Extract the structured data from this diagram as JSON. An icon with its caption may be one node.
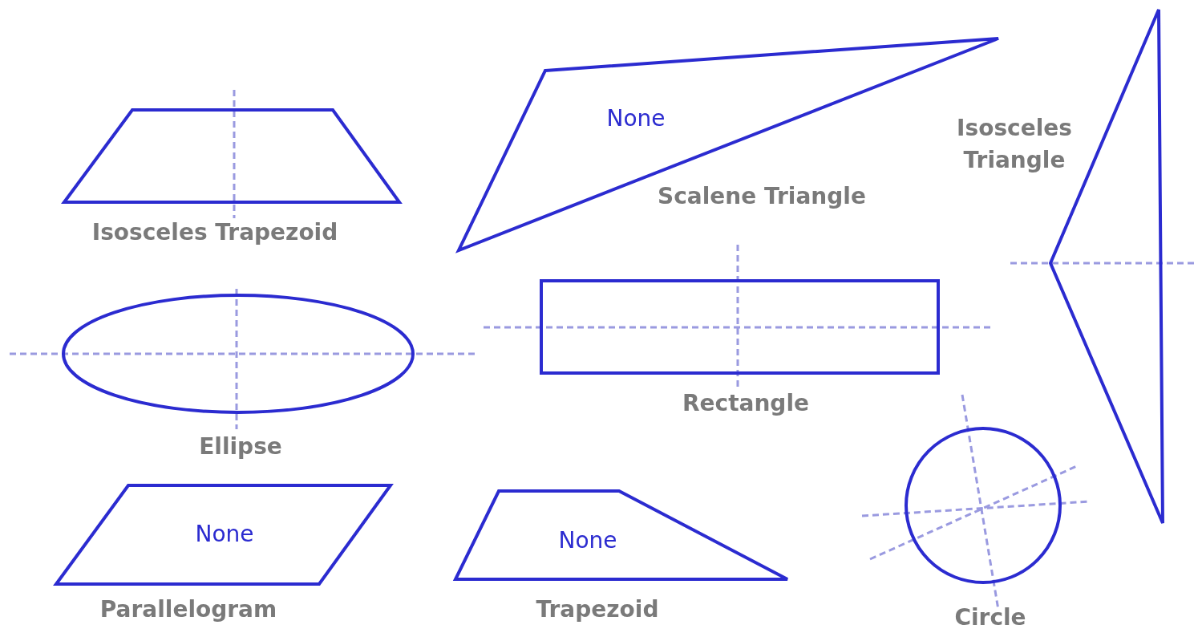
{
  "diagram": {
    "nodes": [
      {
        "text": [],
        "shape": "trapezoid",
        "beside": [
          "Isosceles Trapezoid"
        ]
      },
      {
        "text": [
          "None"
        ],
        "beside": [
          "Scalene Triangle"
        ]
      },
      {
        "text": [],
        "shape": "triangle",
        "beside": [
          "Isosceles Triangle"
        ]
      },
      {
        "text": [],
        "shape": "box",
        "beside": [
          "Rectangle"
        ]
      },
      {
        "text": [],
        "shape": "ellipse",
        "beside": [
          "Ellipse"
        ]
      },
      {
        "text": [
          "None"
        ],
        "beside": [
          "Parallelogram"
        ]
      },
      {
        "text": [
          "None"
        ],
        "beside": [
          "Trapezoid"
        ]
      },
      {
        "text": [],
        "shape": "circle",
        "beside": [
          "Circle"
        ]
      }
    ]
  }
}
